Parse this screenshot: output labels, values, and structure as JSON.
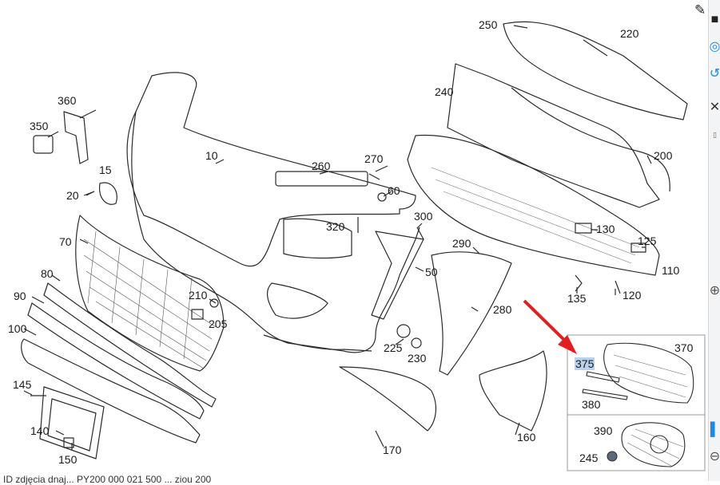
{
  "labels": [
    {
      "key": "l250",
      "text": "250"
    },
    {
      "key": "l220",
      "text": "220"
    },
    {
      "key": "l360",
      "text": "360"
    },
    {
      "key": "l350",
      "text": "350"
    },
    {
      "key": "l240",
      "text": "240"
    },
    {
      "key": "l10",
      "text": "10"
    },
    {
      "key": "l15",
      "text": "15"
    },
    {
      "key": "l20",
      "text": "20"
    },
    {
      "key": "l260",
      "text": "260"
    },
    {
      "key": "l270",
      "text": "270"
    },
    {
      "key": "l60",
      "text": "60"
    },
    {
      "key": "l200",
      "text": "200"
    },
    {
      "key": "l300",
      "text": "300"
    },
    {
      "key": "l320",
      "text": "320"
    },
    {
      "key": "l130",
      "text": "130"
    },
    {
      "key": "l70",
      "text": "70"
    },
    {
      "key": "l290",
      "text": "290"
    },
    {
      "key": "l125",
      "text": "125"
    },
    {
      "key": "l50",
      "text": "50"
    },
    {
      "key": "l110",
      "text": "110"
    },
    {
      "key": "l80",
      "text": "80"
    },
    {
      "key": "l90",
      "text": "90"
    },
    {
      "key": "l210",
      "text": "210"
    },
    {
      "key": "l135",
      "text": "135"
    },
    {
      "key": "l120",
      "text": "120"
    },
    {
      "key": "l280",
      "text": "280"
    },
    {
      "key": "l100",
      "text": "100"
    },
    {
      "key": "l205",
      "text": "205"
    },
    {
      "key": "l225",
      "text": "225"
    },
    {
      "key": "l370",
      "text": "370"
    },
    {
      "key": "l230",
      "text": "230"
    },
    {
      "key": "l375",
      "text": "375"
    },
    {
      "key": "l145",
      "text": "145"
    },
    {
      "key": "l380",
      "text": "380"
    },
    {
      "key": "l140",
      "text": "140"
    },
    {
      "key": "l390",
      "text": "390"
    },
    {
      "key": "l160",
      "text": "160"
    },
    {
      "key": "l170",
      "text": "170"
    },
    {
      "key": "l245",
      "text": "245"
    },
    {
      "key": "l150",
      "text": "150"
    }
  ],
  "highlighted_label": "375",
  "footer_text": "ID zdjęcia dnaj... PY200 000 021 500 ... ziou 200",
  "icons": {
    "edit": "edit-icon",
    "arrow": "red-pointer-arrow-icon",
    "right_toolbar": [
      "save-icon",
      "rotate-icon",
      "refresh-icon",
      "close-icon",
      "info-icon",
      "zoom-in-icon",
      "zoom-out-icon"
    ]
  },
  "colors": {
    "line": "#2b2b2b",
    "arrow": "#e02020",
    "highlight": "#b9d3ee",
    "panel_border": "#999999"
  }
}
